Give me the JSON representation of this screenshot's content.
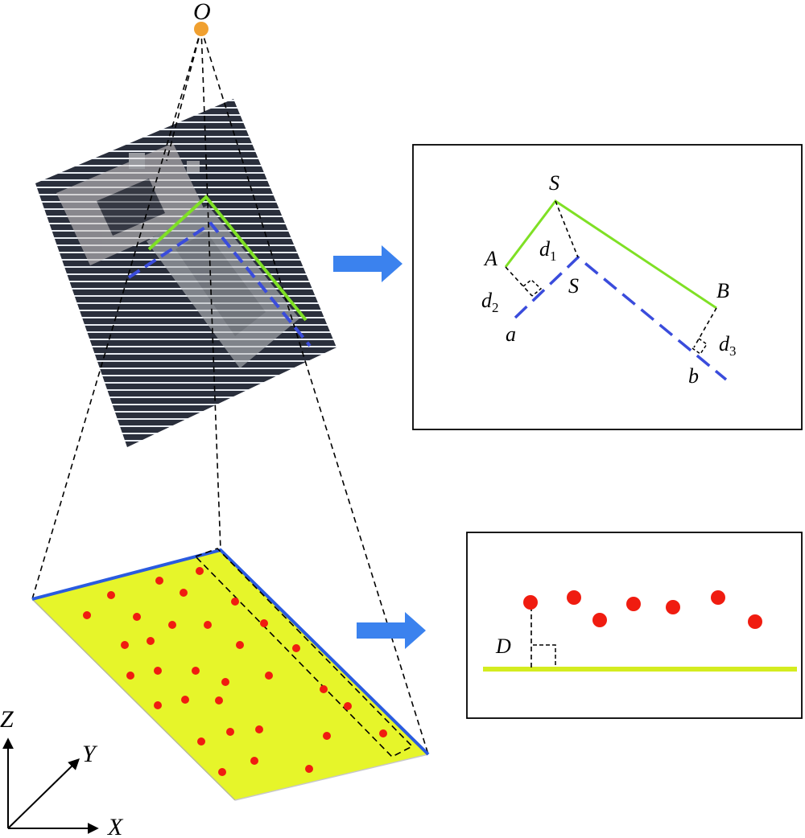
{
  "labels": {
    "origin": "O",
    "upper_box": {
      "S_top": "S",
      "S_bottom": "S",
      "A": "A",
      "B": "B",
      "a": "a",
      "b": "b",
      "d1": "d",
      "d1_sub": "1",
      "d2": "d",
      "d2_sub": "2",
      "d3": "d",
      "d3_sub": "3"
    },
    "lower_box": {
      "D": "D"
    },
    "axes": {
      "z": "Z",
      "y": "Y",
      "x": "X"
    }
  },
  "colors": {
    "origin_point": "#f0a030",
    "green_line": "#7fe025",
    "blue_dashed": "#3a4cdc",
    "plane_fill": "#e6f52a",
    "plane_edge_blue": "#2a5bdf",
    "points_red": "#f01c10",
    "arrow_blue": "#3b82ee",
    "box_border": "#000000"
  },
  "icons": {
    "arrow_upper": "right-arrow-icon",
    "arrow_lower": "right-arrow-icon"
  }
}
